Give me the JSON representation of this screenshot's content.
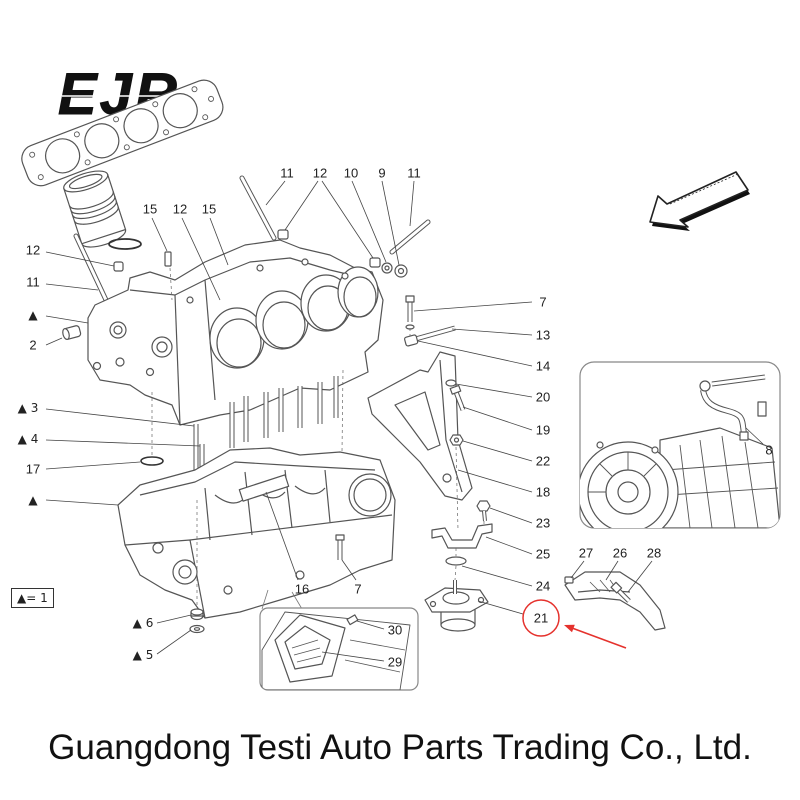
{
  "logo": {
    "text": "EJR"
  },
  "callouts": [
    {
      "text": "11"
    },
    {
      "text": "12"
    },
    {
      "text": "10"
    },
    {
      "text": "9"
    },
    {
      "text": "11"
    },
    {
      "text": "15"
    },
    {
      "text": "12"
    },
    {
      "text": "15"
    },
    {
      "text": "12"
    },
    {
      "text": "11"
    },
    {
      "text": "▲"
    },
    {
      "text": "2"
    },
    {
      "text": "▲ 3"
    },
    {
      "text": "▲ 4"
    },
    {
      "text": "17"
    },
    {
      "text": "▲"
    },
    {
      "text": "7"
    },
    {
      "text": "13"
    },
    {
      "text": "14"
    },
    {
      "text": "20"
    },
    {
      "text": "19"
    },
    {
      "text": "22"
    },
    {
      "text": "18"
    },
    {
      "text": "23"
    },
    {
      "text": "25"
    },
    {
      "text": "24"
    },
    {
      "text": "21"
    },
    {
      "text": "27"
    },
    {
      "text": "26"
    },
    {
      "text": "28"
    },
    {
      "text": "8"
    },
    {
      "text": "16"
    },
    {
      "text": "7"
    },
    {
      "text": "30"
    },
    {
      "text": "29"
    },
    {
      "text": "▲ 6"
    },
    {
      "text": "▲ 5"
    }
  ],
  "legend": {
    "text": "▲= 1"
  },
  "footer": {
    "company": "Guangdong Testi Auto Parts Trading Co., Ltd."
  },
  "colors": {
    "line_art": "#555555",
    "highlight": "#e5322d",
    "text": "#222222"
  }
}
